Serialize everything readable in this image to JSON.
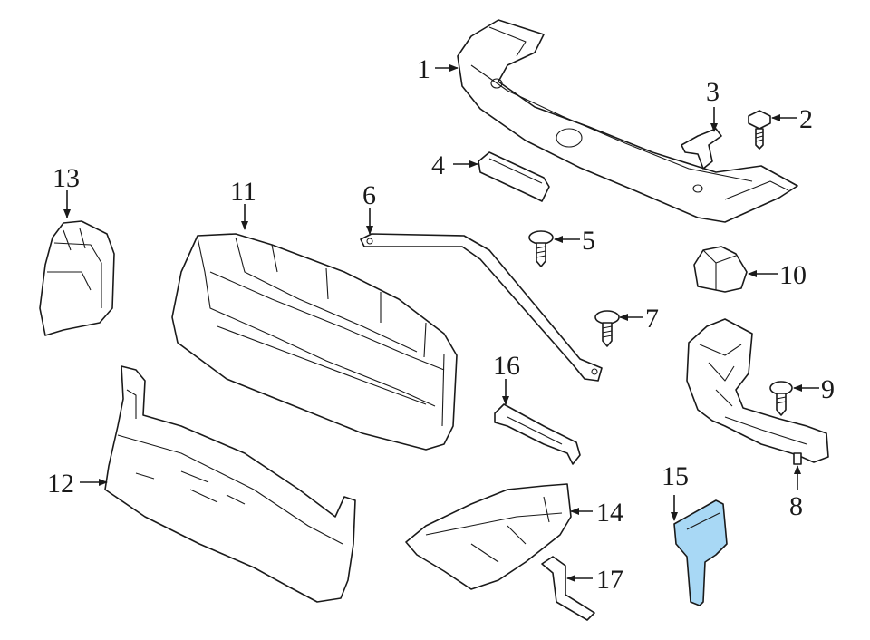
{
  "diagram": {
    "highlight_color": "#a8d8f5",
    "line_color": "#1a1a1a",
    "callouts": [
      {
        "id": "1",
        "label": "1"
      },
      {
        "id": "2",
        "label": "2"
      },
      {
        "id": "3",
        "label": "3"
      },
      {
        "id": "4",
        "label": "4"
      },
      {
        "id": "5",
        "label": "5"
      },
      {
        "id": "6",
        "label": "6"
      },
      {
        "id": "7",
        "label": "7"
      },
      {
        "id": "8",
        "label": "8"
      },
      {
        "id": "9",
        "label": "9"
      },
      {
        "id": "10",
        "label": "10"
      },
      {
        "id": "11",
        "label": "11"
      },
      {
        "id": "12",
        "label": "12"
      },
      {
        "id": "13",
        "label": "13"
      },
      {
        "id": "14",
        "label": "14"
      },
      {
        "id": "15",
        "label": "15"
      },
      {
        "id": "16",
        "label": "16"
      },
      {
        "id": "17",
        "label": "17"
      }
    ],
    "highlighted_part": "15"
  }
}
